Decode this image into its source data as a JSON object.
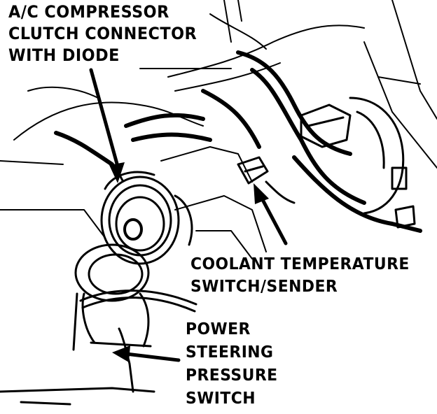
{
  "labels": {
    "ac_clutch": [
      "A/C COMPRESSOR",
      "CLUTCH CONNECTOR",
      "WITH DIODE"
    ],
    "coolant_sender": [
      "COOLANT TEMPERATURE",
      "SWITCH/SENDER"
    ],
    "ps_switch": [
      "POWER",
      "STEERING",
      "PRESSURE",
      "SWITCH"
    ]
  },
  "colors": {
    "ink": "#000000",
    "paper": "#ffffff"
  }
}
